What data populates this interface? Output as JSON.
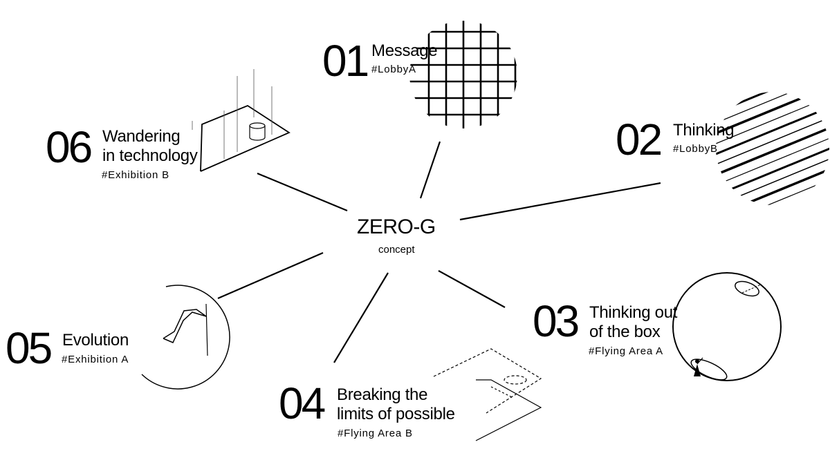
{
  "center": {
    "title": "ZERO-G",
    "subtitle": "concept"
  },
  "nodes": [
    {
      "number": "01",
      "title": "Message",
      "tag": "#LobbyA"
    },
    {
      "number": "02",
      "title": "Thinking",
      "tag": "#LobbyB"
    },
    {
      "number": "03",
      "title_line1": "Thinking out",
      "title_line2": "of the box",
      "tag": "#Flying Area A"
    },
    {
      "number": "04",
      "title_line1": "Breaking the",
      "title_line2": "limits of possible",
      "tag": "#Flying Area B"
    },
    {
      "number": "05",
      "title": "Evolution",
      "tag": "#Exhibition A"
    },
    {
      "number": "06",
      "title_line1": "Wandering",
      "title_line2": "in technology",
      "tag": "#Exhibition B"
    }
  ],
  "icons": [
    "grid-sphere-icon",
    "striped-sphere-icon",
    "sphere-with-figure-icon",
    "floor-plan-icon",
    "circle-with-stair-icon",
    "platform-with-cylinder-icon"
  ]
}
